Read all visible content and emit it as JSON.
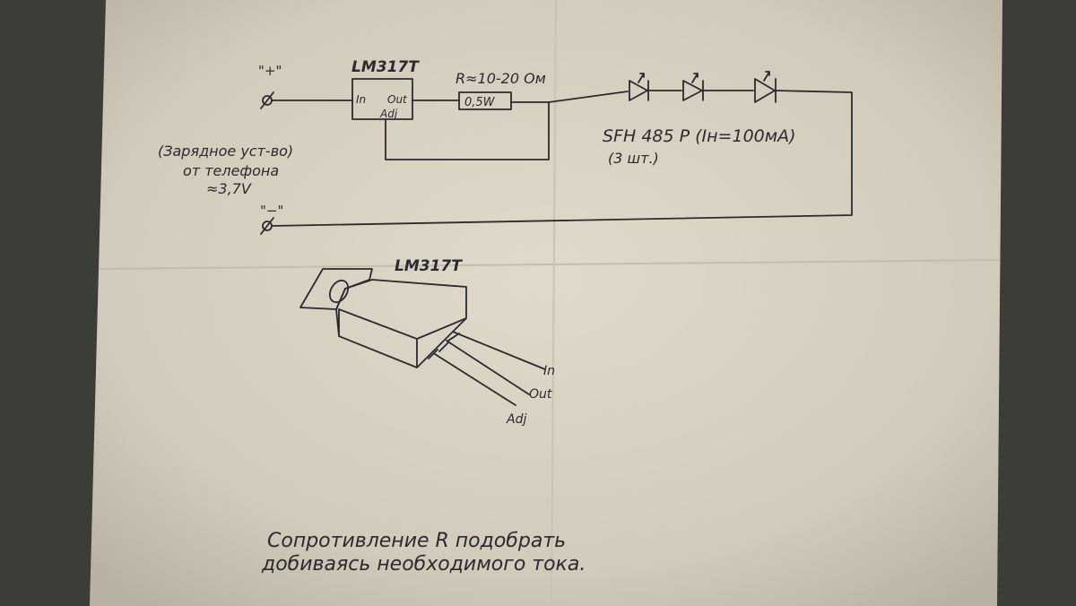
{
  "schematic": {
    "plus_terminal": "\"+\"",
    "minus_terminal": "\"−\"",
    "regulator_label": "LM317T",
    "pin_in": "In",
    "pin_out": "Out",
    "pin_adj": "Adj",
    "resistor_label": "R≈10-20 Ом",
    "resistor_power": "0,5W",
    "led_label": "SFH 485 P (Iн=100мА)",
    "led_count": "(3 шт.)",
    "source_line1": "(Зарядное уст-во)",
    "source_line2": "от телефона",
    "source_voltage": "≈3,7V"
  },
  "package": {
    "label": "LM317T",
    "pin_in": "In",
    "pin_out": "Out",
    "pin_adj": "Adj"
  },
  "note": {
    "line1": "Сопротивление  R  подобрать",
    "line2": "добиваясь  необходимого  тока."
  }
}
